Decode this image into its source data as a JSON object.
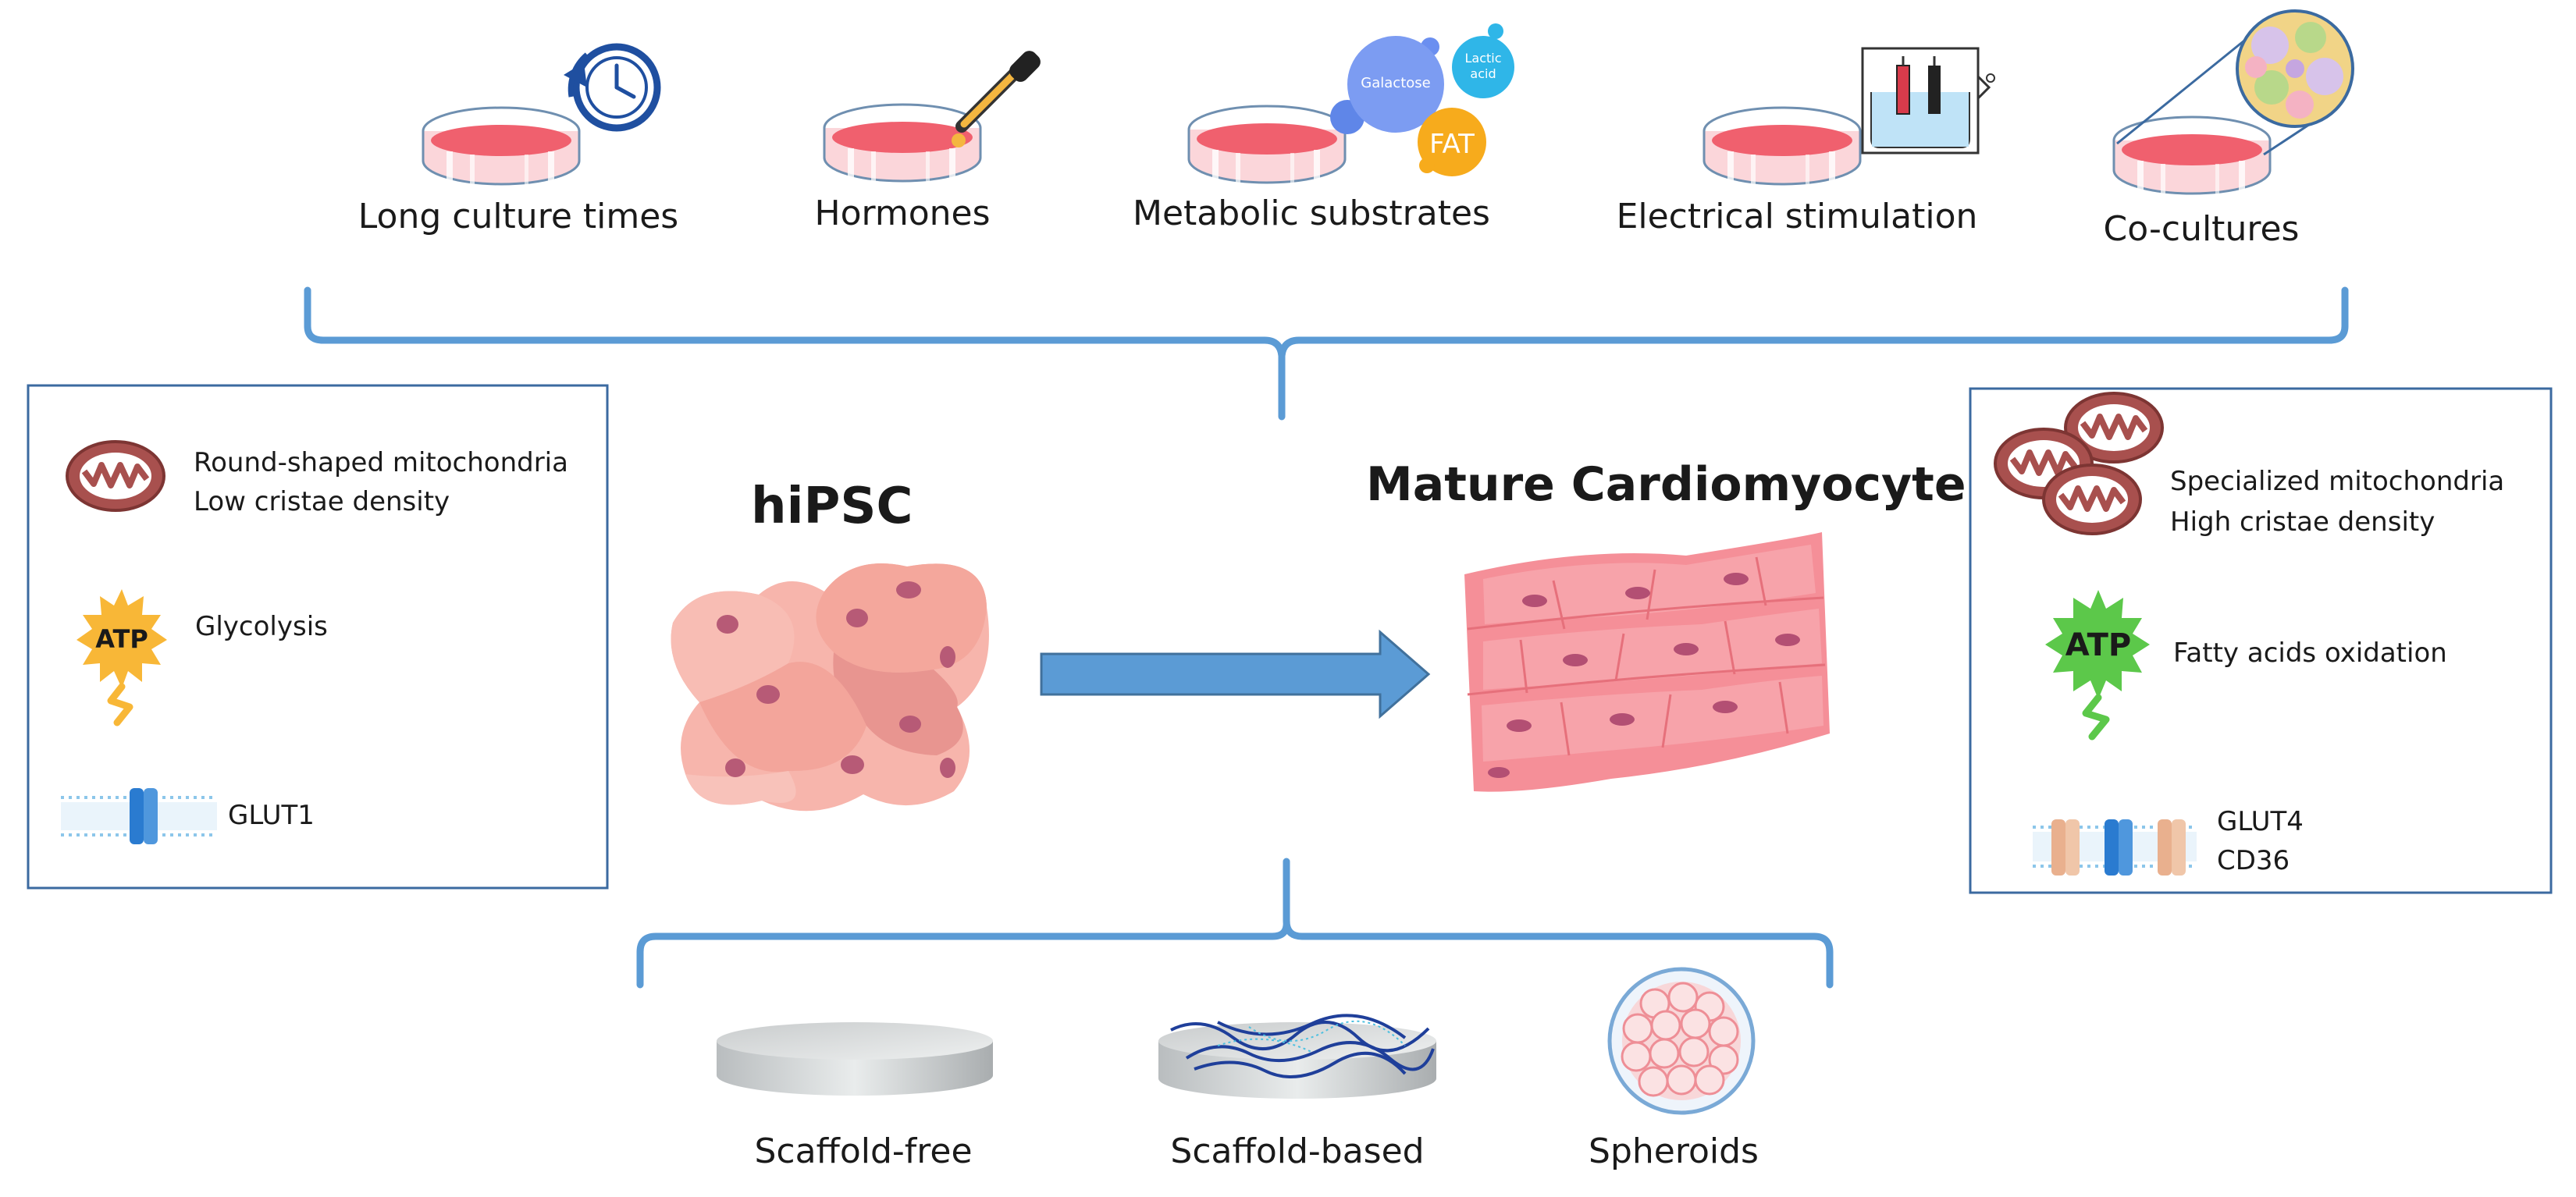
{
  "top_items": [
    {
      "label": "Long culture times",
      "icon": "clock-icon"
    },
    {
      "label": "Hormones",
      "icon": "dropper-icon"
    },
    {
      "label": "Metabolic substrates",
      "icon": "substrates-icon",
      "bubbles": {
        "galactose": "Galactose",
        "lactic_line1": "Lactic",
        "lactic_line2": "acid",
        "fat": "FAT"
      }
    },
    {
      "label": "Electrical stimulation",
      "icon": "electrode-icon"
    },
    {
      "label": "Co-cultures",
      "icon": "cell-mix-icon"
    }
  ],
  "center": {
    "left_title": "hiPSC",
    "right_title": "Mature Cardiomyocyte"
  },
  "left_panel": {
    "mito_line1": "Round-shaped mitochondria",
    "mito_line2": "Low cristae density",
    "atp_label": "ATP",
    "energy": "Glycolysis",
    "transporter": "GLUT1"
  },
  "right_panel": {
    "mito_line1": "Specialized mitochondria",
    "mito_line2": "High cristae density",
    "atp_label": "ATP",
    "energy": "Fatty acids oxidation",
    "transporter_line1": "GLUT4",
    "transporter_line2": "CD36"
  },
  "bottom_items": [
    {
      "label": "Scaffold-free",
      "icon": "flat-disc-icon"
    },
    {
      "label": "Scaffold-based",
      "icon": "fiber-disc-icon"
    },
    {
      "label": "Spheroids",
      "icon": "spheroid-icon"
    }
  ],
  "colors": {
    "bracket": "#5b9bd5",
    "arrow": "#5b9bd5",
    "panel_border": "#3b6aa0",
    "dish_red": "#f0606e",
    "atp_left": "#f8b737",
    "atp_right": "#5cc84a",
    "mito": "#a8504e"
  }
}
